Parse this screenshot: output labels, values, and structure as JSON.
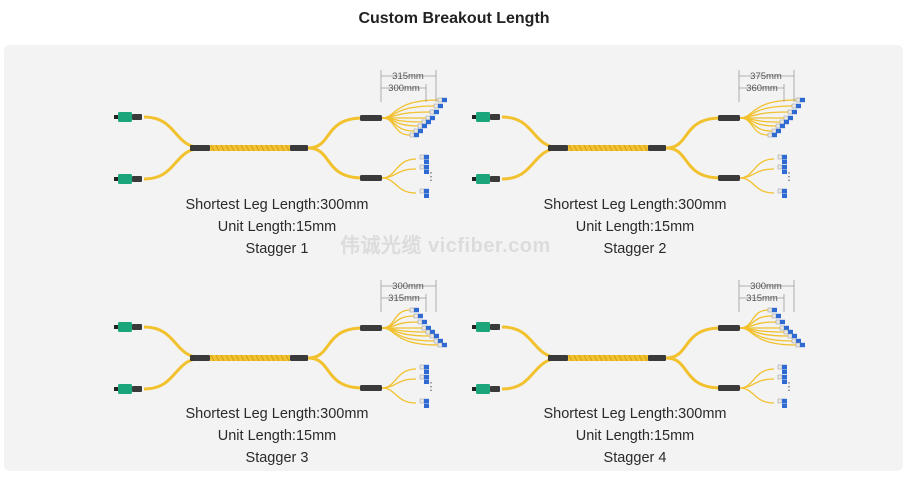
{
  "title": "Custom Breakout Length",
  "watermark": "伟诚光缆 vicfiber.com",
  "colors": {
    "panel": "#f3f3f3",
    "cable": "#f2c12e",
    "cable_dark": "#c9961a",
    "connector_green": "#1aa57a",
    "lc_blue": "#2f6ad3",
    "boot": "#3a3a3a"
  },
  "diagrams": [
    {
      "label_top": "315mm",
      "label_bottom": "300mm",
      "shortest_leg": "Shortest Leg Length:300mm",
      "unit_length": "Unit Length:15mm",
      "stagger": "Stagger 1",
      "ellipsis": "⋮"
    },
    {
      "label_top": "375mm",
      "label_bottom": "360mm",
      "shortest_leg": "Shortest Leg Length:300mm",
      "unit_length": "Unit Length:15mm",
      "stagger": "Stagger 2",
      "ellipsis": "⋮"
    },
    {
      "label_top": "300mm",
      "label_bottom": "315mm",
      "shortest_leg": "Shortest Leg Length:300mm",
      "unit_length": "Unit Length:15mm",
      "stagger": "Stagger 3",
      "ellipsis": "⋮"
    },
    {
      "label_top": "300mm",
      "label_bottom": "315mm",
      "shortest_leg": "Shortest Leg Length:300mm",
      "unit_length": "Unit Length:15mm",
      "stagger": "Stagger 4",
      "ellipsis": "⋮"
    }
  ]
}
